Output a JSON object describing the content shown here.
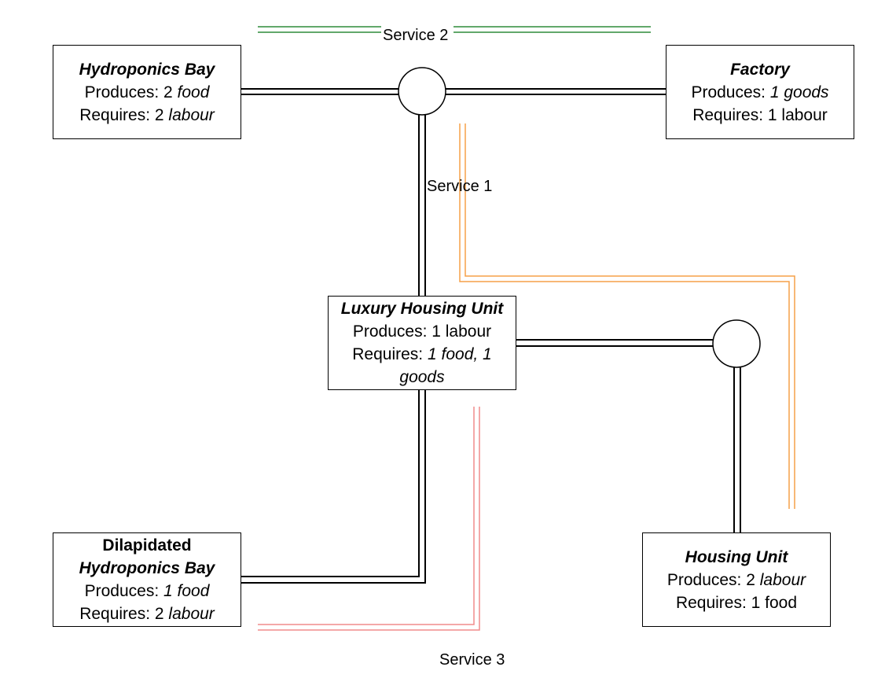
{
  "nodes": {
    "hydroponics_bay": {
      "title": "Hydroponics Bay",
      "produces_prefix": "Produces: 2 ",
      "produces_item": "food",
      "requires_prefix": "Requires: 2 ",
      "requires_item": "labour"
    },
    "factory": {
      "title": "Factory",
      "produces_prefix": "Produces: ",
      "produces_item": "1 goods",
      "requires_text": "Requires: 1 labour"
    },
    "luxury_housing_unit": {
      "title": "Luxury Housing Unit",
      "produces_text": "Produces: 1 labour",
      "requires_prefix": "Requires: ",
      "requires_item_1": "1 food, 1",
      "requires_item_2": "goods"
    },
    "dilapidated_hydroponics_bay": {
      "title_line_1": "Dilapidated",
      "title_line_2": "Hydroponics Bay",
      "produces_prefix": "Produces: ",
      "produces_item": "1 food",
      "requires_prefix": "Requires: 2 ",
      "requires_item": "labour"
    },
    "housing_unit": {
      "title": "Housing Unit",
      "produces_prefix": "Produces: 2 ",
      "produces_item": "labour",
      "requires_text": "Requires: 1 food"
    }
  },
  "services": {
    "service_1": "Service 1",
    "service_2": "Service 2",
    "service_3": "Service 3"
  },
  "colors": {
    "service_1": "#000000",
    "service_2": "#2e8b3a",
    "service_3": "#f08c8c",
    "orange_route": "#f5a048"
  }
}
